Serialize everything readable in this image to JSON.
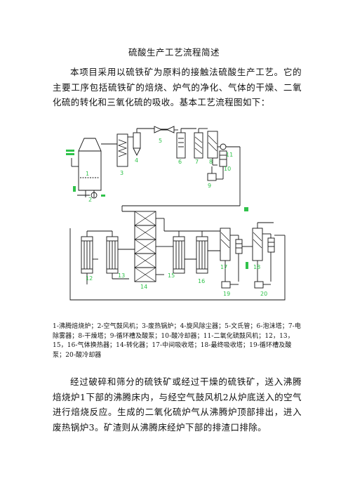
{
  "document": {
    "title": "硫酸生产工艺流程简述",
    "intro": "本项目采用以硫铁矿为原料的接触法硫酸生产工艺。它的主要工序包括硫铁矿的焙烧、炉气的净化、气体的干燥、二氧化硫的转化和三氧化硫的吸收。基本工艺流程图如下：",
    "caption": "1-沸腾焙烧炉；2-空气鼓风机；3-废热锅炉；4-旋风除尘器；5-文氏管；6-泡沫塔；7-电除雾器；8-干燥塔；9-循环槽及酸泵；10-酸冷却器；11-二氧化硫鼓风机；12，13，15，16-气体换热器；14-转化器；17-中间吸收塔；18-最终吸收塔；19-循环槽及酸泵；20-酸冷却器",
    "body": "经过破碎和筛分的硫铁矿或经过干燥的硫铁矿，送入沸腾焙烧炉1下部的沸腾床内，与经空气鼓风机2从炉底送入的空气进行焙烧反应。生成的二氧化硫炉气从沸腾炉顶部排出，进入废热锅炉3。矿渣则从沸腾床经炉下部的排渣口排除。"
  },
  "diagram": {
    "line_color": "#111111",
    "label_color": "#2fc24a",
    "labels": [
      {
        "id": "1",
        "text": "1"
      },
      {
        "id": "2",
        "text": "2"
      },
      {
        "id": "3",
        "text": "3"
      },
      {
        "id": "4",
        "text": "4"
      },
      {
        "id": "5",
        "text": "5"
      },
      {
        "id": "6",
        "text": "6"
      },
      {
        "id": "7",
        "text": "7"
      },
      {
        "id": "8",
        "text": "8"
      },
      {
        "id": "9",
        "text": "9"
      },
      {
        "id": "10",
        "text": "10"
      },
      {
        "id": "11",
        "text": "11"
      },
      {
        "id": "12",
        "text": "12"
      },
      {
        "id": "13",
        "text": "13"
      },
      {
        "id": "14",
        "text": "14"
      },
      {
        "id": "15",
        "text": "15"
      },
      {
        "id": "16",
        "text": "16"
      },
      {
        "id": "17",
        "text": "17"
      },
      {
        "id": "18",
        "text": "18"
      },
      {
        "id": "19",
        "text": "19"
      },
      {
        "id": "20",
        "text": "20"
      }
    ]
  }
}
